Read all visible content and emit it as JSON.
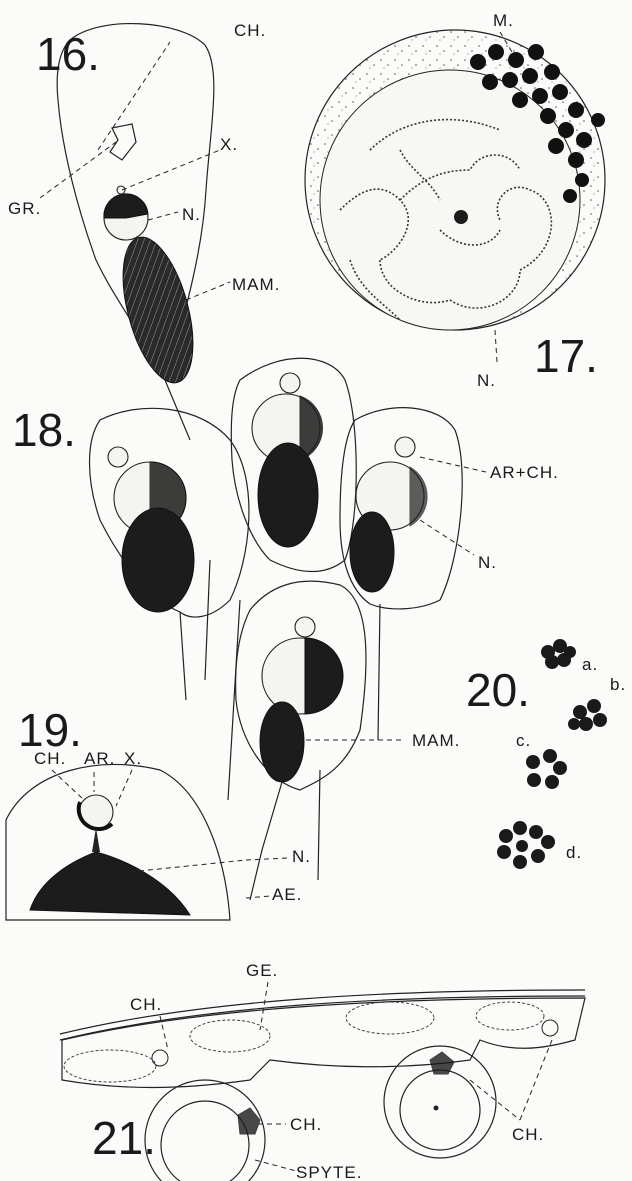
{
  "figures": {
    "f16": "16.",
    "f17": "17.",
    "f18": "18.",
    "f19": "19.",
    "f20": "20.",
    "f21": "21."
  },
  "labels": {
    "ch": "CH.",
    "x": "X.",
    "gr": "GR.",
    "n": "N.",
    "mam": "MAM.",
    "m": "M.",
    "ar_ch": "AR+CH.",
    "ar": "AR.",
    "ae": "AE.",
    "ge": "GE.",
    "spyte": "SPYTE.",
    "a": "a.",
    "b": "b.",
    "c": "c.",
    "d": "d."
  },
  "colors": {
    "ink": "#1a1a1a",
    "paper": "#fbfbf9"
  }
}
